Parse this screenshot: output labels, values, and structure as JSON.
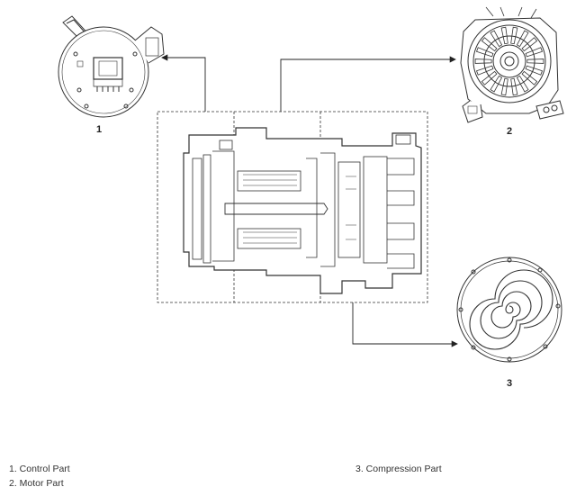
{
  "callouts": [
    "1",
    "2",
    "3"
  ],
  "legend": [
    "1. Control Part",
    "2. Motor Part",
    "3. Compression Part"
  ]
}
